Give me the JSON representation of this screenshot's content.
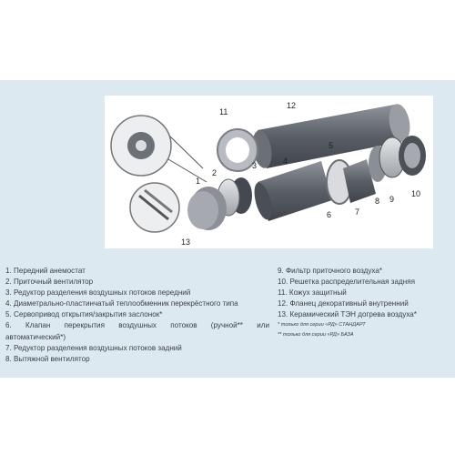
{
  "figure": {
    "labels": [
      "1",
      "2",
      "3",
      "4",
      "5",
      "6",
      "7",
      "8",
      "9",
      "10",
      "11",
      "12",
      "13"
    ]
  },
  "legend": {
    "left": [
      "1. Передний анемостат",
      "2. Приточный вентилятор",
      "3. Редуктор разделения воздушных потоков передний",
      "4. Диаметрально-пластинчатый теплообменник перекрёстного типа",
      "5. Сервопривод открытия/закрытия заслонок*",
      "6. Клапан перекрытия воздушных потоков (ручной** или",
      "автоматический*)",
      "7. Редуктор разделения воздушных потоков задний",
      "8. Вытяжной вентилятор"
    ],
    "right": [
      "9. Фильтр приточного воздуха*",
      "10. Решетка распределительная задняя",
      "11. Кожух защитный",
      "12. Фланец декоративный внутренний",
      "13. Керамический ТЭН догрева воздуха*"
    ],
    "notes": [
      "* только для серии «РД» СТАНДАРТ",
      "** только для серии «РД» БАЗА"
    ]
  },
  "colors": {
    "panel_bg": "#dde9f1",
    "text": "#3a3f44",
    "part_dark": "#5d6068",
    "part_mid": "#8c9097",
    "part_light": "#c4c7cc"
  }
}
